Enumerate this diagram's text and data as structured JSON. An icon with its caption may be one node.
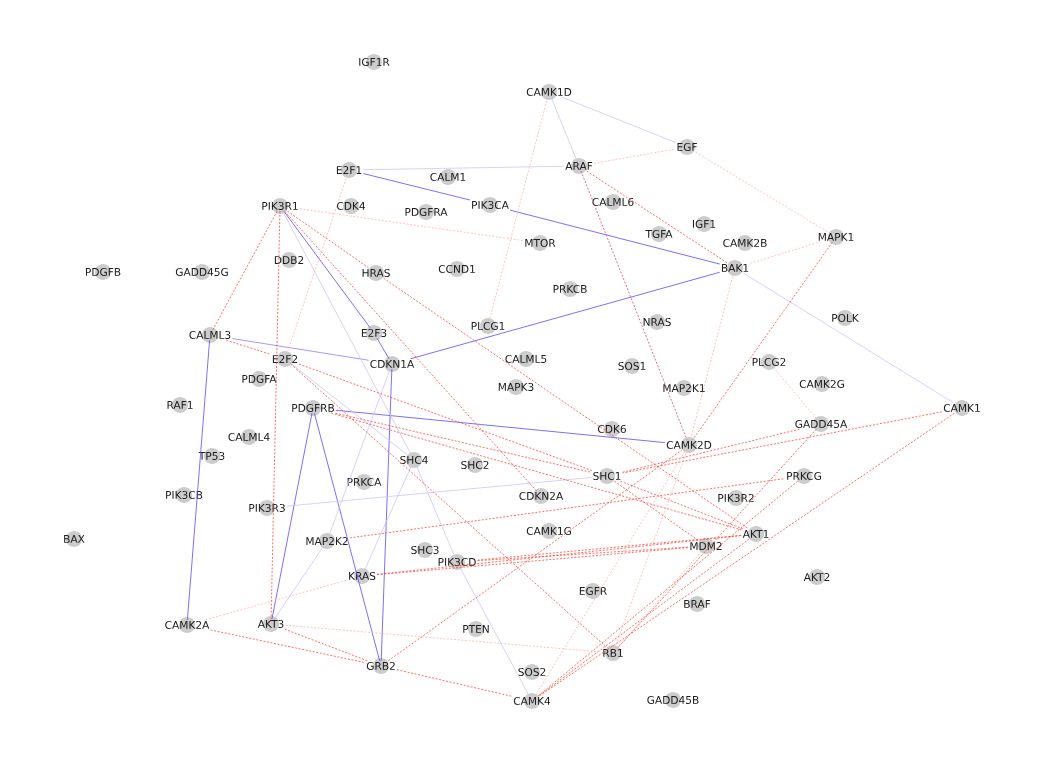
{
  "diagram": {
    "nodes": [
      {
        "text": [
          "IGF1R"
        ]
      },
      {
        "text": [
          "CAMK1D"
        ]
      },
      {
        "text": [
          "EGF"
        ]
      },
      {
        "text": [
          "ARAF"
        ]
      },
      {
        "text": [
          "E2F1"
        ]
      },
      {
        "text": [
          "CALM1"
        ]
      },
      {
        "text": [
          "CALML6"
        ]
      },
      {
        "text": [
          "PIK3CA"
        ]
      },
      {
        "text": [
          "PIK3R1"
        ]
      },
      {
        "text": [
          "CDK4"
        ]
      },
      {
        "text": [
          "PDGFRA"
        ]
      },
      {
        "text": [
          "IGF1"
        ]
      },
      {
        "text": [
          "TGFA"
        ]
      },
      {
        "text": [
          "MAPK1"
        ]
      },
      {
        "text": [
          "MTOR"
        ]
      },
      {
        "text": [
          "CAMK2B"
        ]
      },
      {
        "text": [
          "DDB2"
        ]
      },
      {
        "text": [
          "BAK1"
        ]
      },
      {
        "text": [
          "CCND1"
        ]
      },
      {
        "text": [
          "PDGFB"
        ]
      },
      {
        "text": [
          "GADD45G"
        ]
      },
      {
        "text": [
          "HRAS"
        ]
      },
      {
        "text": [
          "PRKCB"
        ]
      },
      {
        "text": [
          "POLK"
        ]
      },
      {
        "text": [
          "NRAS"
        ]
      },
      {
        "text": [
          "PLCG1"
        ]
      },
      {
        "text": [
          "E2F3"
        ]
      },
      {
        "text": [
          "CALML3"
        ]
      },
      {
        "text": [
          "E2F2"
        ]
      },
      {
        "text": [
          "CALML5"
        ]
      },
      {
        "text": [
          "PLCG2"
        ]
      },
      {
        "text": [
          "CDKN1A"
        ]
      },
      {
        "text": [
          "SOS1"
        ]
      },
      {
        "text": [
          "PDGFA"
        ]
      },
      {
        "text": [
          "CAMK2G"
        ]
      },
      {
        "text": [
          "MAPK3"
        ]
      },
      {
        "text": [
          "MAP2K1"
        ]
      },
      {
        "text": [
          "RAF1"
        ]
      },
      {
        "text": [
          "PDGFRB"
        ]
      },
      {
        "text": [
          "CAMK1"
        ]
      },
      {
        "text": [
          "GADD45A"
        ]
      },
      {
        "text": [
          "CDK6"
        ]
      },
      {
        "text": [
          "CALML4"
        ]
      },
      {
        "text": [
          "CAMK2D"
        ]
      },
      {
        "text": [
          "TP53"
        ]
      },
      {
        "text": [
          "SHC2"
        ]
      },
      {
        "text": [
          "SHC4"
        ]
      },
      {
        "text": [
          "SHC1"
        ]
      },
      {
        "text": [
          "PRKCG"
        ]
      },
      {
        "text": [
          "PRKCA"
        ]
      },
      {
        "text": [
          "CDKN2A"
        ]
      },
      {
        "text": [
          "PIK3CB"
        ]
      },
      {
        "text": [
          "PIK3R2"
        ]
      },
      {
        "text": [
          "PIK3R3"
        ]
      },
      {
        "text": [
          "AKT1"
        ]
      },
      {
        "text": [
          "BAX"
        ]
      },
      {
        "text": [
          "MAP2K2"
        ]
      },
      {
        "text": [
          "CAMK1G"
        ]
      },
      {
        "text": [
          "MDM2"
        ]
      },
      {
        "text": [
          "SHC3"
        ]
      },
      {
        "text": [
          "PIK3CD"
        ]
      },
      {
        "text": [
          "KRAS"
        ]
      },
      {
        "text": [
          "AKT2"
        ]
      },
      {
        "text": [
          "EGFR"
        ]
      },
      {
        "text": [
          "BRAF"
        ]
      },
      {
        "text": [
          "AKT3"
        ]
      },
      {
        "text": [
          "CAMK2A"
        ]
      },
      {
        "text": [
          "PTEN"
        ]
      },
      {
        "text": [
          "RB1"
        ]
      },
      {
        "text": [
          "GRB2"
        ]
      },
      {
        "text": [
          "SOS2"
        ]
      },
      {
        "text": [
          "GADD45B"
        ]
      },
      {
        "text": [
          "CAMK4"
        ]
      }
    ],
    "edges": [
      {
        "from": 4,
        "to": 7,
        "arrow": "none",
        "color": "#5b4df5"
      },
      {
        "from": 7,
        "to": 17,
        "arrow": "none",
        "color": "#5b4df5"
      },
      {
        "from": 8,
        "to": 26,
        "arrow": "none",
        "color": "#5b4df5"
      },
      {
        "from": 26,
        "to": 31,
        "arrow": "none",
        "color": "#5b4df5"
      },
      {
        "from": 31,
        "to": 17,
        "arrow": "none",
        "color": "#5b4df5"
      },
      {
        "from": 27,
        "to": 66,
        "arrow": "none",
        "color": "#5b4df5"
      },
      {
        "from": 38,
        "to": 43,
        "arrow": "none",
        "color": "#5b4df5"
      },
      {
        "from": 38,
        "to": 65,
        "arrow": "none",
        "color": "#5b4df5"
      },
      {
        "from": 38,
        "to": 69,
        "arrow": "none",
        "color": "#5b4df5"
      },
      {
        "from": 31,
        "to": 69,
        "arrow": "none",
        "color": "#5b4df5"
      },
      {
        "from": 27,
        "to": 31,
        "arrow": "none",
        "color": "#8d80f7"
      },
      {
        "from": 1,
        "to": 3,
        "arrow": "none",
        "color": "#cfc4fb"
      },
      {
        "from": 1,
        "to": 2,
        "arrow": "none",
        "color": "#cfc4fb"
      },
      {
        "from": 4,
        "to": 3,
        "arrow": "none",
        "color": "#cfc4fb"
      },
      {
        "from": 17,
        "to": 39,
        "arrow": "none",
        "color": "#cfc4fb"
      },
      {
        "from": 8,
        "to": 46,
        "arrow": "none",
        "color": "#cfc4fb"
      },
      {
        "from": 46,
        "to": 60,
        "arrow": "none",
        "color": "#cfc4fb"
      },
      {
        "from": 60,
        "to": 72,
        "arrow": "none",
        "color": "#cfc4fb"
      },
      {
        "from": 28,
        "to": 46,
        "arrow": "none",
        "color": "#cfc4fb"
      },
      {
        "from": 31,
        "to": 56,
        "arrow": "none",
        "color": "#cfc4fb"
      },
      {
        "from": 56,
        "to": 65,
        "arrow": "none",
        "color": "#cfc4fb"
      },
      {
        "from": 53,
        "to": 47,
        "arrow": "none",
        "color": "#cfc4fb"
      },
      {
        "from": 61,
        "to": 46,
        "arrow": "none",
        "color": "#cfc4fb"
      },
      {
        "from": 3,
        "to": 43,
        "arrow": "none",
        "style": "dashed",
        "color": "#d24a8a"
      },
      {
        "from": 8,
        "to": 27,
        "arrow": "none",
        "style": "dashed",
        "color": "#ff4b3e"
      },
      {
        "from": 8,
        "to": 65,
        "arrow": "none",
        "style": "dashed",
        "color": "#ff4b3e"
      },
      {
        "from": 8,
        "to": 21,
        "arrow": "none",
        "style": "dashed",
        "color": "#ff4b3e"
      },
      {
        "from": 21,
        "to": 54,
        "arrow": "none",
        "style": "dashed",
        "color": "#ff4b3e"
      },
      {
        "from": 8,
        "to": 50,
        "arrow": "none",
        "style": "dashed",
        "color": "#ff4b3e"
      },
      {
        "from": 27,
        "to": 28,
        "arrow": "none",
        "style": "dashed",
        "color": "#ff4b3e"
      },
      {
        "from": 28,
        "to": 47,
        "arrow": "none",
        "style": "dashed",
        "color": "#ff4b3e"
      },
      {
        "from": 47,
        "to": 54,
        "arrow": "none",
        "style": "dashed",
        "color": "#ff4b3e"
      },
      {
        "from": 28,
        "to": 68,
        "arrow": "none",
        "style": "dashed",
        "color": "#ff4b3e"
      },
      {
        "from": 38,
        "to": 47,
        "arrow": "none",
        "style": "dashed",
        "color": "#ff4b3e"
      },
      {
        "from": 38,
        "to": 54,
        "arrow": "none",
        "style": "dashed",
        "color": "#ff4b3e"
      },
      {
        "from": 39,
        "to": 47,
        "arrow": "none",
        "style": "dashed",
        "color": "#ff4b3e"
      },
      {
        "from": 40,
        "to": 47,
        "arrow": "none",
        "style": "dashed",
        "color": "#ff4b3e"
      },
      {
        "from": 39,
        "to": 72,
        "arrow": "none",
        "style": "dashed",
        "color": "#ff4b3e"
      },
      {
        "from": 13,
        "to": 43,
        "arrow": "none",
        "style": "dashed",
        "color": "#ff4b3e"
      },
      {
        "from": 3,
        "to": 17,
        "arrow": "none",
        "style": "dashed",
        "color": "#ff4b3e"
      },
      {
        "from": 69,
        "to": 43,
        "arrow": "none",
        "style": "dashed",
        "color": "#ff4b3e"
      },
      {
        "from": 61,
        "to": 54,
        "arrow": "none",
        "style": "dashed",
        "color": "#ff4b3e"
      },
      {
        "from": 61,
        "to": 58,
        "arrow": "none",
        "style": "dashed",
        "color": "#ff4b3e"
      },
      {
        "from": 60,
        "to": 54,
        "arrow": "none",
        "style": "dashed",
        "color": "#ff4b3e"
      },
      {
        "from": 60,
        "to": 58,
        "arrow": "none",
        "style": "dashed",
        "color": "#ff4b3e"
      },
      {
        "from": 66,
        "to": 69,
        "arrow": "none",
        "style": "dashed",
        "color": "#ff4b3e"
      },
      {
        "from": 65,
        "to": 69,
        "arrow": "none",
        "style": "dashed",
        "color": "#ff4b3e"
      },
      {
        "from": 69,
        "to": 72,
        "arrow": "none",
        "style": "dashed",
        "color": "#ff4b3e"
      },
      {
        "from": 54,
        "to": 72,
        "arrow": "none",
        "style": "dashed",
        "color": "#ff4b3e"
      },
      {
        "from": 48,
        "to": 72,
        "arrow": "none",
        "style": "dashed",
        "color": "#ff4b3e"
      },
      {
        "from": 40,
        "to": 68,
        "arrow": "none",
        "style": "dashed",
        "color": "#ff4b3e"
      },
      {
        "from": 47,
        "to": 58,
        "arrow": "none",
        "style": "dashed",
        "color": "#ff4b3e"
      },
      {
        "from": 56,
        "to": 48,
        "arrow": "none",
        "style": "dashed",
        "color": "#ff4b3e"
      },
      {
        "from": 17,
        "to": 13,
        "arrow": "none",
        "style": "dashed",
        "color": "#ffb5aa"
      },
      {
        "from": 17,
        "to": 43,
        "arrow": "none",
        "style": "dashed",
        "color": "#ffb5aa"
      },
      {
        "from": 1,
        "to": 25,
        "arrow": "none",
        "style": "dashed",
        "color": "#ffb5aa"
      },
      {
        "from": 4,
        "to": 28,
        "arrow": "none",
        "style": "dashed",
        "color": "#ffb5aa"
      },
      {
        "from": 8,
        "to": 14,
        "arrow": "none",
        "style": "dashed",
        "color": "#ffb5aa"
      },
      {
        "from": 2,
        "to": 13,
        "arrow": "none",
        "style": "dashed",
        "color": "#ffb5aa"
      },
      {
        "from": 3,
        "to": 2,
        "arrow": "none",
        "style": "dashed",
        "color": "#ffb5aa"
      },
      {
        "from": 30,
        "to": 40,
        "arrow": "none",
        "style": "dashed",
        "color": "#ffb5aa"
      },
      {
        "from": 66,
        "to": 61,
        "arrow": "none",
        "style": "dashed",
        "color": "#ffb5aa"
      },
      {
        "from": 65,
        "to": 68,
        "arrow": "none",
        "style": "dashed",
        "color": "#ffb5aa"
      },
      {
        "from": 58,
        "to": 68,
        "arrow": "none",
        "style": "dashed",
        "color": "#ffb5aa"
      },
      {
        "from": 68,
        "to": 43,
        "arrow": "none",
        "style": "dashed",
        "color": "#ffb5aa"
      },
      {
        "from": 72,
        "to": 43,
        "arrow": "none",
        "style": "dashed",
        "color": "#ffb5aa"
      }
    ]
  }
}
